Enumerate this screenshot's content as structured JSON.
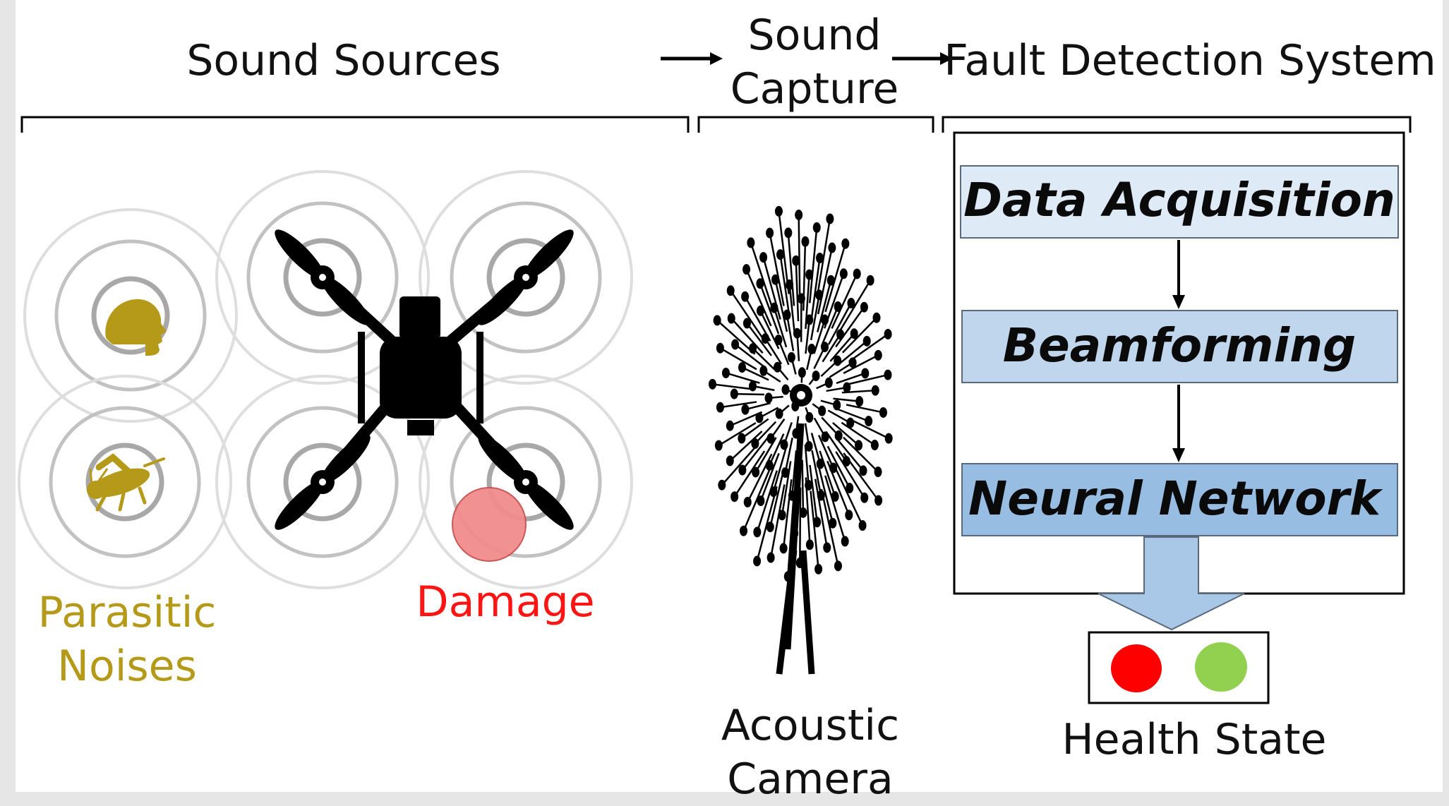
{
  "headers": {
    "sound_sources": "Sound Sources",
    "sound_capture": "Sound\nCapture",
    "fault_detection": "Fault Detection System"
  },
  "labels": {
    "parasitic": "Parasitic\nNoises",
    "damage": "Damage",
    "acoustic_camera": "Acoustic\nCamera",
    "health_state": "Health State"
  },
  "pipeline": {
    "step1": "Data Acquisition",
    "step2": "Beamforming",
    "step3": "Neural Network"
  },
  "colors": {
    "background": "#ffffff",
    "panel_edge": "#e6e6e6",
    "text": "#111111",
    "parasitic": "#b59a1a",
    "damage": "#ff1414",
    "damage_fill": "#f28c8c",
    "step1_fill": "#deeaf6",
    "step2_fill": "#bfd6ec",
    "step3_fill": "#98bde2",
    "arrow_fill": "#a9c7e6",
    "state_red": "#ff0000",
    "state_green": "#92d050"
  },
  "icons": {
    "drone": "quadcopter-drone-icon",
    "head": "human-head-icon",
    "insect": "grasshopper-icon",
    "array": "acoustic-camera-array-icon"
  }
}
